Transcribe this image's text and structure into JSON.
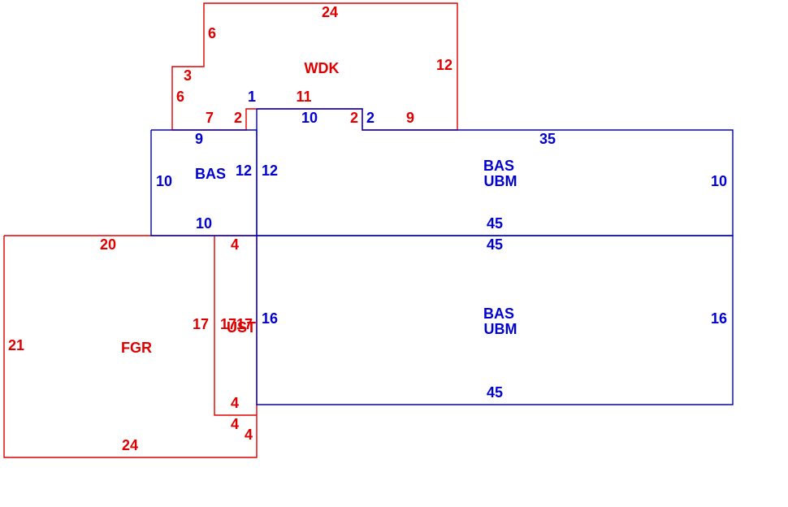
{
  "colors": {
    "red": "#e00000",
    "blue": "#0000d0",
    "background": "#ffffff"
  },
  "areas": {
    "wdk": {
      "name": "WDK",
      "color": "red"
    },
    "bas_small": {
      "name": "BAS",
      "color": "blue"
    },
    "bas_ubm_upper": {
      "name_line1": "BAS",
      "name_line2": "UBM",
      "color": "blue"
    },
    "bas_ubm_lower": {
      "name_line1": "BAS",
      "name_line2": "UBM",
      "color": "blue"
    },
    "fgr": {
      "name": "FGR",
      "color": "red"
    },
    "ust": {
      "name": "UST",
      "color": "red"
    }
  },
  "dimensions": {
    "wdk_top": "24",
    "wdk_left_upper": "6",
    "wdk_step": "3",
    "wdk_left_lower": "6",
    "wdk_right": "12",
    "wdk_bottom_left": "7",
    "wdk_notch_left": "2",
    "wdk_notch_top": "11",
    "wdk_notch_right": "2",
    "wdk_bottom_right": "9",
    "bas_top_jog": "1",
    "bas_top_mid": "10",
    "bas_jog_right": "2",
    "bas_small_top": "9",
    "bas_small_left": "10",
    "bas_small_right": "12",
    "bas_small_bottom": "10",
    "ubm_upper_left": "12",
    "ubm_upper_top": "35",
    "ubm_upper_right": "10",
    "ubm_upper_bottom": "45",
    "ubm_lower_top": "45",
    "ubm_lower_left": "16",
    "ubm_lower_right": "16",
    "ubm_lower_bottom": "45",
    "fgr_top": "20",
    "fgr_left": "21",
    "fgr_bottom": "24",
    "fgr_inner": "17",
    "fgr_corner_a": "4",
    "fgr_corner_b": "4",
    "ust_top": "4",
    "ust_left": "17",
    "ust_right": "17",
    "ust_bottom": "4"
  }
}
